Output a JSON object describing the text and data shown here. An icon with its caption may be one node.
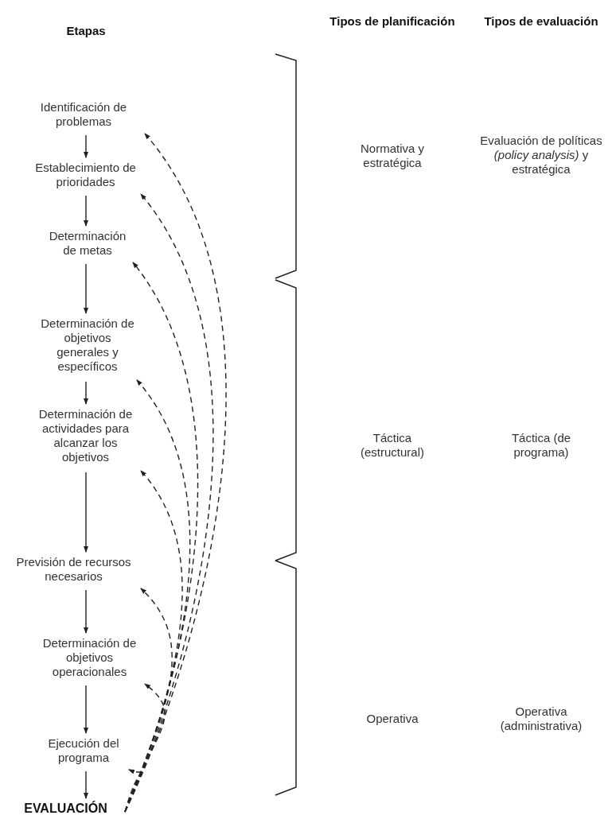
{
  "diagram": {
    "nodes": [
      {
        "text": [
          "Identificación de problemas"
        ]
      },
      {
        "text": [
          "Establecimiento de prioridades"
        ]
      },
      {
        "text": [
          "Determinación de metas"
        ]
      },
      {
        "text": [
          "Determinación de objetivos generales y específicos"
        ]
      },
      {
        "text": [
          "Determinación de actividades para alcanzar los objetivos"
        ]
      },
      {
        "text": [
          "Previsión de recursos necesarios"
        ]
      },
      {
        "text": [
          "Determinación de objetivos operacionales"
        ]
      },
      {
        "text": [
          "Ejecución del programa"
        ]
      },
      {
        "text": [
          "EVALUACIÓN"
        ]
      }
    ],
    "edges": [
      {
        "from": 0,
        "to": 1,
        "arrow": "to"
      },
      {
        "from": 1,
        "to": 2,
        "arrow": "to"
      },
      {
        "from": 2,
        "to": 3,
        "arrow": "to"
      },
      {
        "from": 3,
        "to": 4,
        "arrow": "to"
      },
      {
        "from": 4,
        "to": 5,
        "arrow": "to"
      },
      {
        "from": 5,
        "to": 6,
        "arrow": "to"
      },
      {
        "from": 6,
        "to": 7,
        "arrow": "to"
      },
      {
        "from": 7,
        "to": 8,
        "arrow": "to"
      },
      {
        "from": 8,
        "to": 0,
        "arrow": "to",
        "style": "dashed"
      },
      {
        "from": 8,
        "to": 1,
        "arrow": "to",
        "style": "dashed"
      },
      {
        "from": 8,
        "to": 2,
        "arrow": "to",
        "style": "dashed"
      },
      {
        "from": 8,
        "to": 3,
        "arrow": "to",
        "style": "dashed"
      },
      {
        "from": 8,
        "to": 4,
        "arrow": "to",
        "style": "dashed"
      },
      {
        "from": 8,
        "to": 5,
        "arrow": "to",
        "style": "dashed"
      },
      {
        "from": 8,
        "to": 6,
        "arrow": "to",
        "style": "dashed"
      },
      {
        "from": 8,
        "to": 7,
        "arrow": "to",
        "style": "dashed"
      }
    ],
    "labels": [
      "Etapas",
      "Tipos de planificación",
      "Tipos de evaluación",
      "Normativa y estratégica",
      "Evaluación de políticas *(policy analysis)* y estratégica",
      "Táctica (estructural)",
      "Táctica (de programa)",
      "Operativa",
      "Operativa (administrativa)"
    ]
  }
}
